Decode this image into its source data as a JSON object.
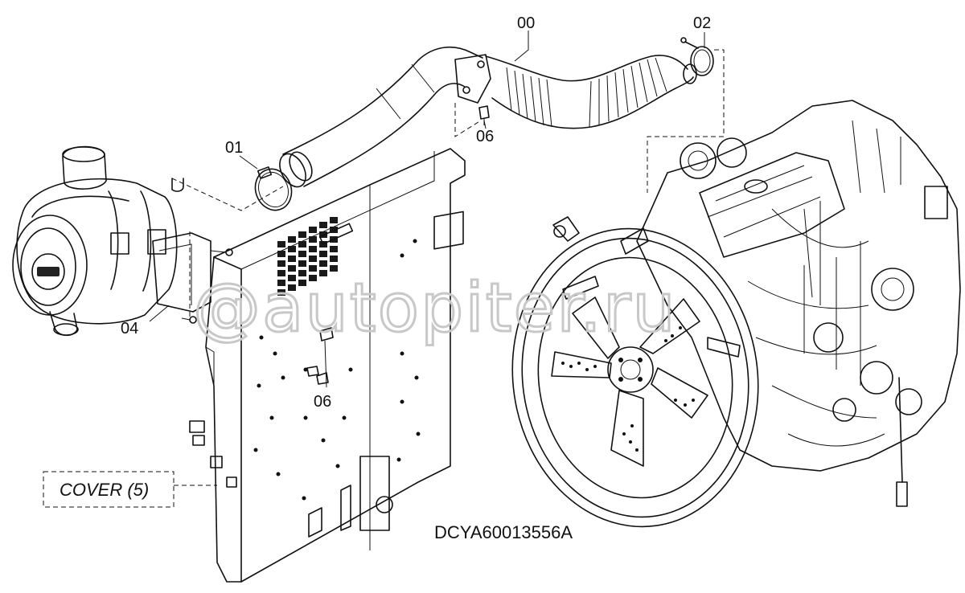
{
  "labels": {
    "p00": "00",
    "p01": "01",
    "p02": "02",
    "p04": "04",
    "p06a": "06",
    "p06b": "06",
    "ref_box": "COVER (5)",
    "drawing_code": "DCYA60013556A"
  },
  "watermark": "@autopiter.ru",
  "icons": {
    "air_cleaner": "air-cleaner-illustration",
    "intake_hose": "intake-hose-illustration",
    "clamp": "hose-clamp-illustration",
    "cover_panel": "cover-panel-illustration",
    "engine": "engine-illustration",
    "fan": "cooling-fan-illustration"
  },
  "colors": {
    "line": "#111111",
    "watermark": "#c8c8c8",
    "background": "#ffffff"
  }
}
